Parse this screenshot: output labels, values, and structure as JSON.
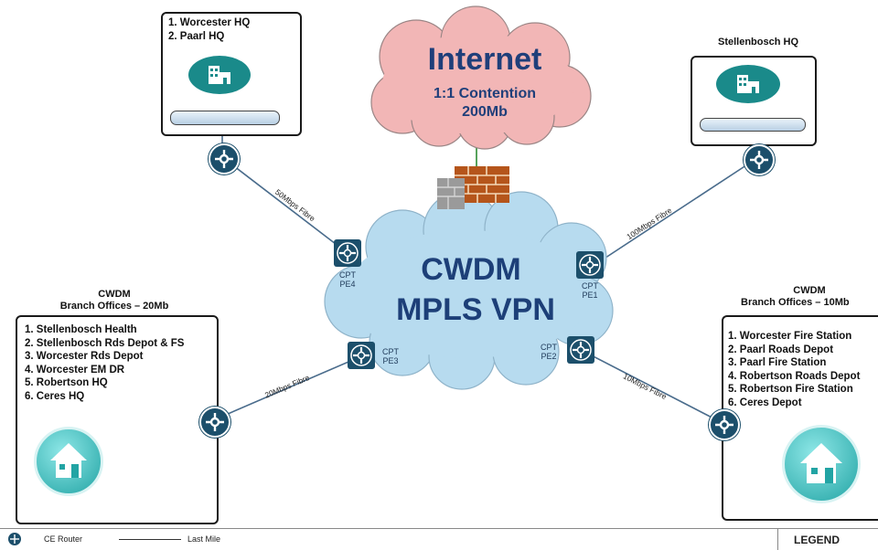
{
  "internet": {
    "title": "Internet",
    "contention": "1:1 Contention",
    "bandwidth": "200Mb"
  },
  "core": {
    "line1": "CWDM",
    "line2": "MPLS VPN"
  },
  "pe_routers": [
    {
      "id": "pe4",
      "label": "CPT\nPE4"
    },
    {
      "id": "pe1",
      "label": "CPT\nPE1"
    },
    {
      "id": "pe3",
      "label": "CPT\nPE3"
    },
    {
      "id": "pe2",
      "label": "CPT\nPE2"
    }
  ],
  "sites": {
    "top_left": {
      "items": [
        "1. Worcester HQ",
        "2. Paarl HQ"
      ]
    },
    "top_right": {
      "title": "Stellenbosch HQ"
    },
    "bottom_left": {
      "heading1": "CWDM",
      "heading2": "Branch Offices – 20Mb",
      "items": [
        "1. Stellenbosch Health",
        "2. Stellenbosch Rds Depot & FS",
        "3. Worcester Rds Depot",
        "4. Worcester EM DR",
        "5. Robertson HQ",
        "6. Ceres HQ"
      ]
    },
    "bottom_right": {
      "heading1": "CWDM",
      "heading2": "Branch Offices – 10Mb",
      "items": [
        "1. Worcester Fire Station",
        "2. Paarl Roads Depot",
        "3. Paarl Fire Station",
        "4. Robertson Roads Depot",
        "5. Robertson Fire Station",
        "6. Ceres Depot"
      ]
    }
  },
  "links": {
    "top_left": "50Mbps Fibre",
    "top_right": "100Mbps Fibre",
    "bottom_left": "20Mbps Fibre",
    "bottom_right": "10Mbps Fibre"
  },
  "legend": {
    "ce_router": "CE Router",
    "last_mile": "Last Mile",
    "title": "LEGEND"
  },
  "colors": {
    "cloud_internet": "#f2b6b6",
    "cloud_core": "#b7dbef",
    "core_text": "#1d3f78",
    "router": "#1c4f6b",
    "building": "#1a8a8a",
    "firewall": "#b5551b"
  },
  "icons": [
    "building-icon",
    "house-icon",
    "firewall-icon",
    "router-icon",
    "server-bar-icon"
  ]
}
